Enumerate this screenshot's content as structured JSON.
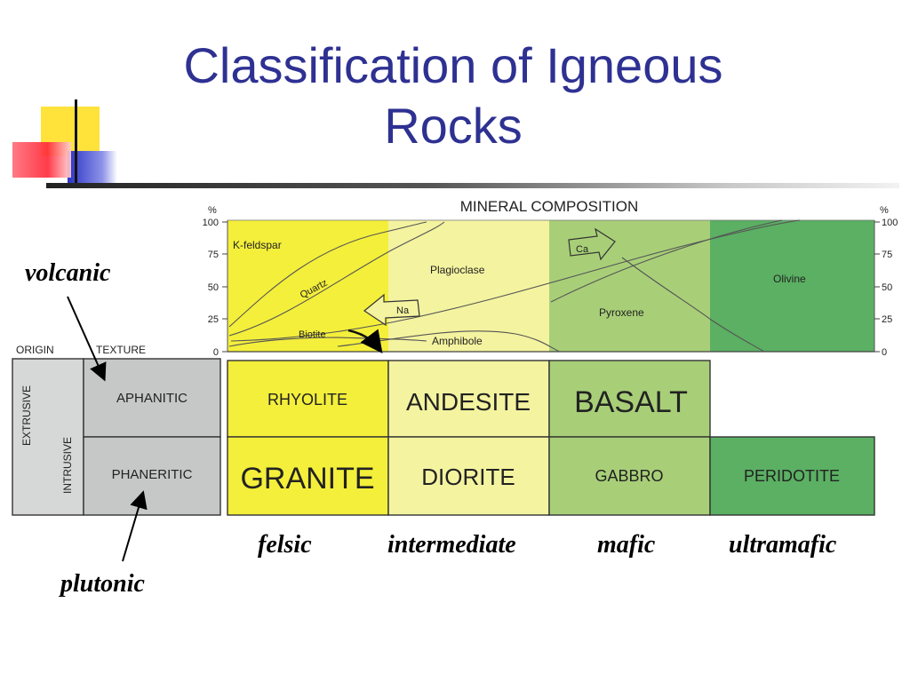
{
  "slide": {
    "title_line1": "Classification of Igneous",
    "title_line2": "Rocks"
  },
  "annotations": {
    "volcanic": "volcanic",
    "plutonic": "plutonic",
    "felsic": "felsic",
    "intermediate": "intermediate",
    "mafic": "mafic",
    "ultramafic": "ultramafic"
  },
  "diagram": {
    "composition_title": "MINERAL COMPOSITION",
    "percent_sign": "%",
    "percent_ticks": [
      "100",
      "75",
      "50",
      "25",
      "0"
    ],
    "minerals": {
      "kfeldspar": "K-feldspar",
      "quartz": "Quartz",
      "biotite": "Biotite",
      "plagioclase": "Plagioclase",
      "amphibole": "Amphibole",
      "pyroxene": "Pyroxene",
      "olivine": "Olivine",
      "na": "Na",
      "ca": "Ca"
    },
    "headers": {
      "origin": "ORIGIN",
      "texture": "TEXTURE",
      "extrusive": "EXTRUSIVE",
      "intrusive": "INTRUSIVE",
      "aphanitic": "APHANITIC",
      "phaneritic": "PHANERITIC"
    },
    "rocks": {
      "rhyolite": "RHYOLITE",
      "andesite": "ANDESITE",
      "basalt": "BASALT",
      "granite": "GRANITE",
      "diorite": "DIORITE",
      "gabbro": "GABBRO",
      "peridotite": "PERIDOTITE"
    },
    "colors": {
      "felsic": "#f4ef3a",
      "intermediate": "#f4f3a0",
      "mafic": "#a8cf78",
      "ultramafic": "#5bb063",
      "texture_gray": "#c6c8c8"
    }
  }
}
